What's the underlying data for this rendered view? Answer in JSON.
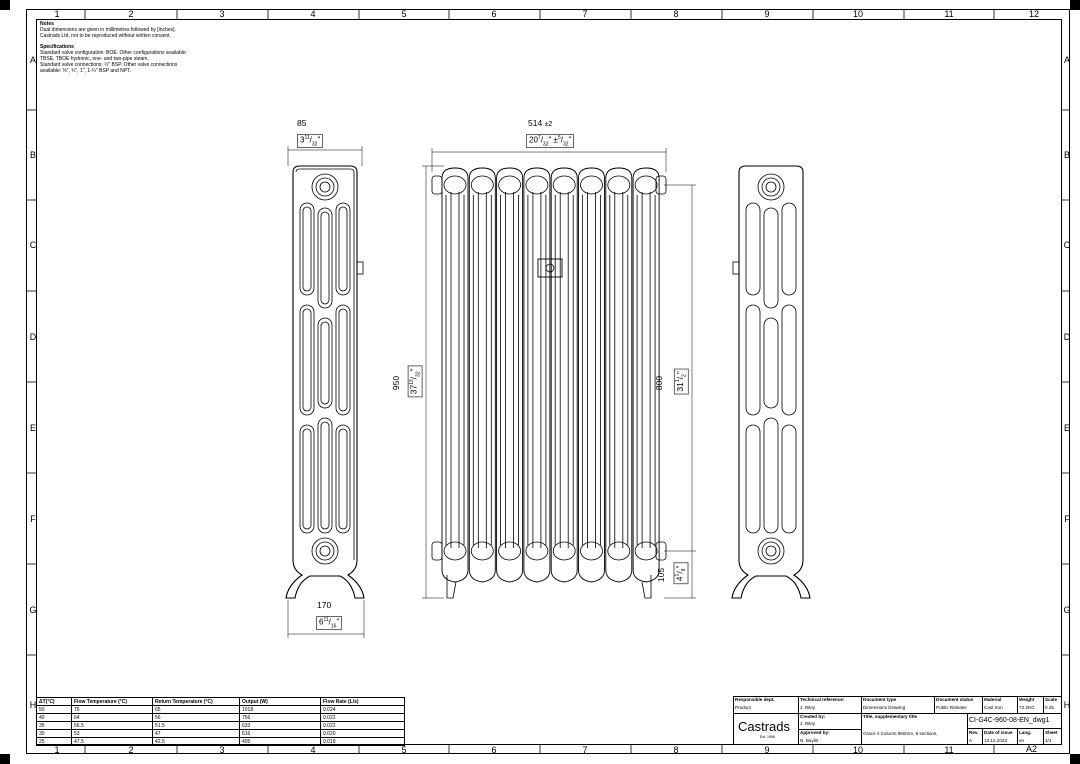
{
  "border": {
    "columns": [
      "1",
      "2",
      "3",
      "4",
      "5",
      "6",
      "7",
      "8",
      "9",
      "10",
      "11",
      "12"
    ],
    "rows": [
      "A",
      "B",
      "C",
      "D",
      "E",
      "F",
      "G",
      "H"
    ]
  },
  "notes": {
    "heading": "Notes",
    "lines": [
      "Dual dimensions are given in millimetres followed by [inches].",
      "Castrads Ltd, not to be reproduced without written consent."
    ],
    "spec_heading": "Specifications",
    "spec_lines": [
      "Standard valve configuration: BOE. Other configurations available:",
      "TBSE, TBOE hydronic, one- and two-pipe steam.",
      "Standard valve connections: ½\" BSP. Other valve connections",
      "available: ⅜\", ¾\", 1\", 1-¼\" BSP and NPT."
    ]
  },
  "dimensions": {
    "side_top_mm": "85",
    "side_top_in_whole": "3",
    "side_top_in_num": "11",
    "side_top_in_den": "32",
    "side_bottom_mm": "170",
    "side_bottom_in_whole": "6",
    "side_bottom_in_num": "11",
    "side_bottom_in_den": "16",
    "front_width_mm": "514",
    "front_width_tol": "±2",
    "front_width_in_whole": "20",
    "front_width_in_num": "7",
    "front_width_in_den": "32",
    "front_width_in_tol": "±",
    "front_width_in_tol_num": "5",
    "front_width_in_tol_den": "32",
    "height_mm": "950",
    "height_in_whole": "37",
    "height_in_num": "13",
    "height_in_den": "32",
    "centre_mm": "800",
    "centre_in_whole": "31",
    "centre_in_num": "1",
    "centre_in_den": "2",
    "foot_mm": "105",
    "foot_in_whole": "4",
    "foot_in_num": "1",
    "foot_in_den": "8"
  },
  "flow_table": {
    "headers": [
      "ΔT(°C)",
      "Flow Temperature (°C)",
      "Return Temperature (°C)",
      "Output (W)",
      "Flow Rate (L/s)"
    ],
    "rows": [
      [
        "50",
        "75",
        "65",
        "1018",
        "0.024"
      ],
      [
        "40",
        "64",
        "56",
        "756",
        "0.022"
      ],
      [
        "35",
        "56.5",
        "51.5",
        "633",
        "0.022"
      ],
      [
        "30",
        "53",
        "47",
        "516",
        "0.020"
      ],
      [
        "25",
        "47.5",
        "42.5",
        "405",
        "0.019"
      ]
    ]
  },
  "title_block": {
    "responsible_label": "Responsible dept.",
    "responsible_value": "Product",
    "tech_ref_label": "Technical reference:",
    "tech_ref_value": "J. Riley",
    "created_label": "Created by:",
    "created_value": "J. Riley",
    "approved_label": "Approved by:",
    "approved_value": "N. Baylis",
    "doc_type_label": "Document type",
    "doc_type_value": "Dimensions Drawing",
    "doc_status_label": "Document status",
    "doc_status_value": "Public Release",
    "material_label": "Material",
    "material_value": "Cast Iron",
    "weight_label": "Weight",
    "weight_value": "73.2KG",
    "scale_label": "Scale",
    "scale_value": "0.25",
    "title_label": "Title, supplementary title",
    "title_value": "Grace 4 Column 960mm, 8 sections,",
    "doc_number": "CI-G4C-960-08-EN_dwg1",
    "rev_label": "Rev.",
    "rev_value": "A",
    "date_label": "Date of issue",
    "date_value": "13.12.2023",
    "lang_label": "Lang.",
    "lang_value": "en",
    "sheet_label": "Sheet",
    "sheet_value": "1/1",
    "logo": "Castrads",
    "logo_est": "Est. 1996",
    "paper_size": "A2"
  }
}
